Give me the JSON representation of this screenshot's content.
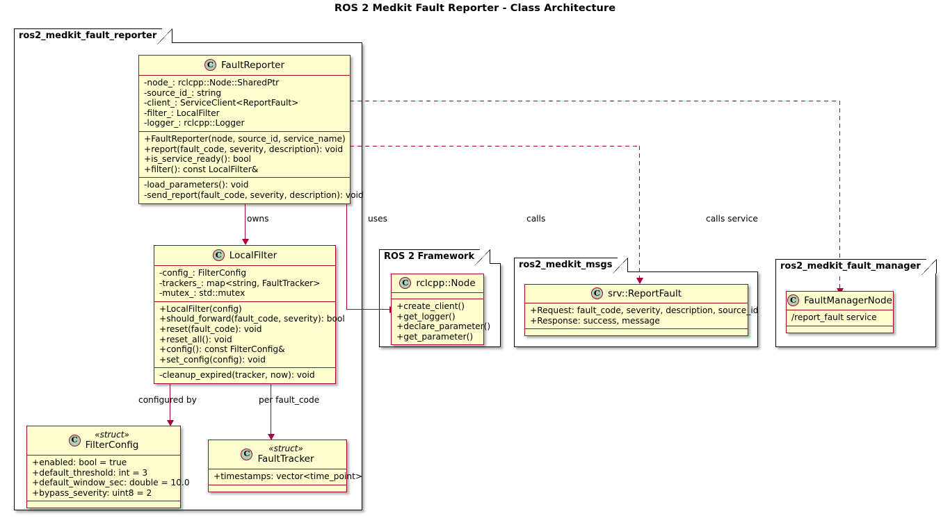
{
  "title": "ROS 2 Medkit Fault Reporter - Class Architecture",
  "colors": {
    "class_fill": "#FEFECE",
    "class_border": "#A80036",
    "icon_fill": "#ADD1B2",
    "package_border": "#000000",
    "background": "#FFFFFF"
  },
  "packages": [
    {
      "id": "reporter",
      "label": "ros2_medkit_fault_reporter"
    },
    {
      "id": "framework",
      "label": "ROS 2 Framework"
    },
    {
      "id": "msgs",
      "label": "ros2_medkit_msgs"
    },
    {
      "id": "manager",
      "label": "ros2_medkit_fault_manager"
    }
  ],
  "classes": {
    "fault_reporter": {
      "icon": "class-icon",
      "icon_letter": "C",
      "name": "FaultReporter",
      "attributes": [
        "-node_: rclcpp::Node::SharedPtr",
        "-source_id_: string",
        "-client_: ServiceClient<ReportFault>",
        "-filter_: LocalFilter",
        "-logger_: rclcpp::Logger"
      ],
      "public_methods": [
        "+FaultReporter(node, source_id, service_name)",
        "+report(fault_code, severity, description): void",
        "+is_service_ready(): bool",
        "+filter(): const LocalFilter&"
      ],
      "private_methods": [
        "-load_parameters(): void",
        "-send_report(fault_code, severity, description): void"
      ]
    },
    "local_filter": {
      "icon": "class-icon",
      "icon_letter": "C",
      "name": "LocalFilter",
      "attributes": [
        "-config_: FilterConfig",
        "-trackers_: map<string, FaultTracker>",
        "-mutex_: std::mutex"
      ],
      "public_methods": [
        "+LocalFilter(config)",
        "+should_forward(fault_code, severity): bool",
        "+reset(fault_code): void",
        "+reset_all(): void",
        "+config(): const FilterConfig&",
        "+set_config(config): void"
      ],
      "private_methods": [
        "-cleanup_expired(tracker, now): void"
      ]
    },
    "filter_config": {
      "icon": "class-icon",
      "icon_letter": "C",
      "stereotype": "«struct»",
      "name": "FilterConfig",
      "attributes": [
        "+enabled: bool = true",
        "+default_threshold: int = 3",
        "+default_window_sec: double = 10.0",
        "+bypass_severity: uint8 = 2"
      ]
    },
    "fault_tracker": {
      "icon": "class-icon",
      "icon_letter": "C",
      "stereotype": "«struct»",
      "name": "FaultTracker",
      "attributes": [
        "+timestamps: vector<time_point>"
      ]
    },
    "rclcpp_node": {
      "icon": "class-icon",
      "icon_letter": "C",
      "name": "rclcpp::Node",
      "methods": [
        "+create_client()",
        "+get_logger()",
        "+declare_parameter()",
        "+get_parameter()"
      ]
    },
    "report_fault": {
      "icon": "class-icon",
      "icon_letter": "C",
      "name": "srv::ReportFault",
      "attributes": [
        "+Request: fault_code, severity, description, source_id",
        "+Response: success, message"
      ]
    },
    "fault_manager_node": {
      "icon": "class-icon",
      "icon_letter": "C",
      "name": "FaultManagerNode",
      "attributes": [
        "/report_fault service"
      ]
    }
  },
  "relationships": [
    {
      "id": "owns",
      "label": "owns",
      "from": "FaultReporter",
      "to": "LocalFilter",
      "type": "composition"
    },
    {
      "id": "uses",
      "label": "uses",
      "from": "FaultReporter",
      "to": "rclcpp::Node",
      "type": "association"
    },
    {
      "id": "calls",
      "label": "calls",
      "from": "FaultReporter",
      "to": "srv::ReportFault",
      "type": "dependency"
    },
    {
      "id": "calls_service",
      "label": "calls service",
      "from": "FaultReporter",
      "to": "FaultManagerNode",
      "type": "dependency"
    },
    {
      "id": "configured_by",
      "label": "configured by",
      "from": "LocalFilter",
      "to": "FilterConfig",
      "type": "association"
    },
    {
      "id": "per_fault",
      "label": "per fault_code",
      "from": "LocalFilter",
      "to": "FaultTracker",
      "type": "aggregation"
    }
  ]
}
